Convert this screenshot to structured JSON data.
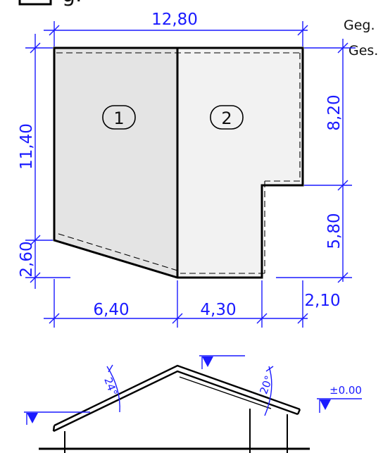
{
  "header": {
    "title_fragment": "g.",
    "given_fragment": "Geg.",
    "sought_fragment": "Ges."
  },
  "plan": {
    "areas": [
      {
        "label": "1",
        "fill": "#e4e4e4"
      },
      {
        "label": "2",
        "fill": "#f2f2f2"
      }
    ],
    "dimensions": {
      "total_width": "12,80",
      "left_height": "11,40",
      "left_drop": "2,60",
      "right_upper": "8,20",
      "right_lower": "5,80",
      "bottom_left": "6,40",
      "bottom_mid": "4,30",
      "bottom_right": "2,10"
    }
  },
  "section": {
    "left_pitch": "24°",
    "right_pitch": "20°",
    "level": "±0.00"
  },
  "colors": {
    "dimension": "#1a1aff",
    "outline": "#000000"
  }
}
